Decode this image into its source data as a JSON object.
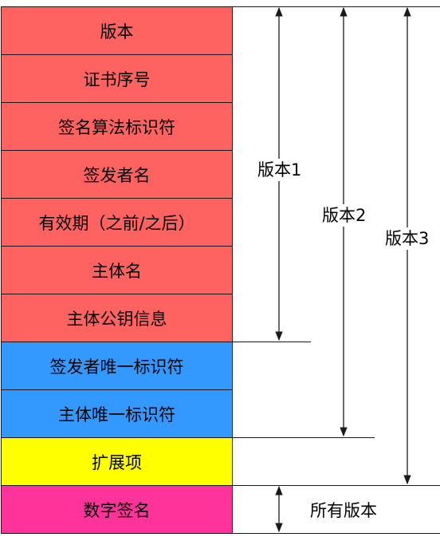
{
  "colors": {
    "base_fields": "#ff6361",
    "v2_fields": "#3399ff",
    "extension": "#ffff00",
    "signature": "#ff3399",
    "line": "#1a1a1a"
  },
  "fields": [
    {
      "label": "版本",
      "group": "base"
    },
    {
      "label": "证书序号",
      "group": "base"
    },
    {
      "label": "签名算法标识符",
      "group": "base"
    },
    {
      "label": "签发者名",
      "group": "base"
    },
    {
      "label": "有效期（之前/之后）",
      "group": "base"
    },
    {
      "label": "主体名",
      "group": "base"
    },
    {
      "label": "主体公钥信息",
      "group": "base"
    },
    {
      "label": "签发者唯一标识符",
      "group": "v2"
    },
    {
      "label": "主体唯一标识符",
      "group": "v2"
    },
    {
      "label": "扩展项",
      "group": "extension"
    },
    {
      "label": "数字签名",
      "group": "signature"
    }
  ],
  "versions": {
    "v1": "版本1",
    "v2": "版本2",
    "v3": "版本3",
    "all": "所有版本"
  }
}
